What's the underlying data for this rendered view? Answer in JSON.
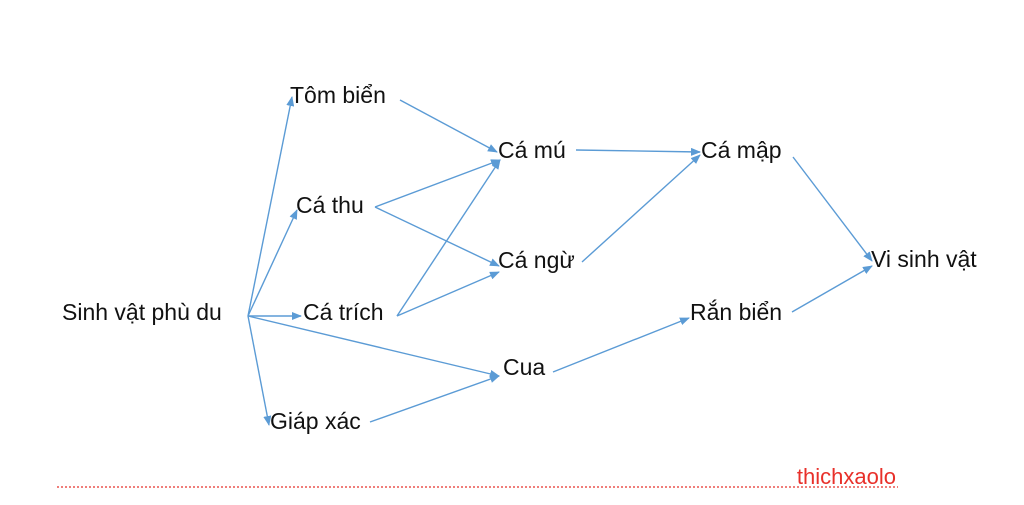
{
  "diagram": {
    "nodes": [
      {
        "id": "sinh_vat_phu_du",
        "label": "Sinh vật phù du"
      },
      {
        "id": "tom_bien",
        "label": "Tôm biển"
      },
      {
        "id": "ca_thu",
        "label": "Cá thu"
      },
      {
        "id": "ca_trich",
        "label": "Cá trích"
      },
      {
        "id": "giap_xac",
        "label": "Giáp xác"
      },
      {
        "id": "ca_mu",
        "label": "Cá mú"
      },
      {
        "id": "ca_ngu",
        "label": "Cá ngừ"
      },
      {
        "id": "cua",
        "label": "Cua"
      },
      {
        "id": "ca_map",
        "label": "Cá mập"
      },
      {
        "id": "ran_bien",
        "label": "Rắn biển"
      },
      {
        "id": "vi_sinh_vat",
        "label": "Vi sinh vật"
      }
    ],
    "edges": [
      {
        "from": "sinh_vat_phu_du",
        "to": "tom_bien"
      },
      {
        "from": "sinh_vat_phu_du",
        "to": "ca_thu"
      },
      {
        "from": "sinh_vat_phu_du",
        "to": "ca_trich"
      },
      {
        "from": "sinh_vat_phu_du",
        "to": "giap_xac"
      },
      {
        "from": "sinh_vat_phu_du",
        "to": "cua"
      },
      {
        "from": "tom_bien",
        "to": "ca_mu"
      },
      {
        "from": "ca_thu",
        "to": "ca_mu"
      },
      {
        "from": "ca_thu",
        "to": "ca_ngu"
      },
      {
        "from": "ca_trich",
        "to": "ca_mu"
      },
      {
        "from": "ca_trich",
        "to": "ca_ngu"
      },
      {
        "from": "giap_xac",
        "to": "cua"
      },
      {
        "from": "ca_mu",
        "to": "ca_map"
      },
      {
        "from": "ca_ngu",
        "to": "ca_map"
      },
      {
        "from": "cua",
        "to": "ran_bien"
      },
      {
        "from": "ca_map",
        "to": "vi_sinh_vat"
      },
      {
        "from": "ran_bien",
        "to": "vi_sinh_vat"
      }
    ]
  },
  "watermark": {
    "text": "thichxaolo"
  },
  "colors": {
    "arrow": "#5b9bd5",
    "watermark": "#e8302a",
    "text": "#111111"
  }
}
